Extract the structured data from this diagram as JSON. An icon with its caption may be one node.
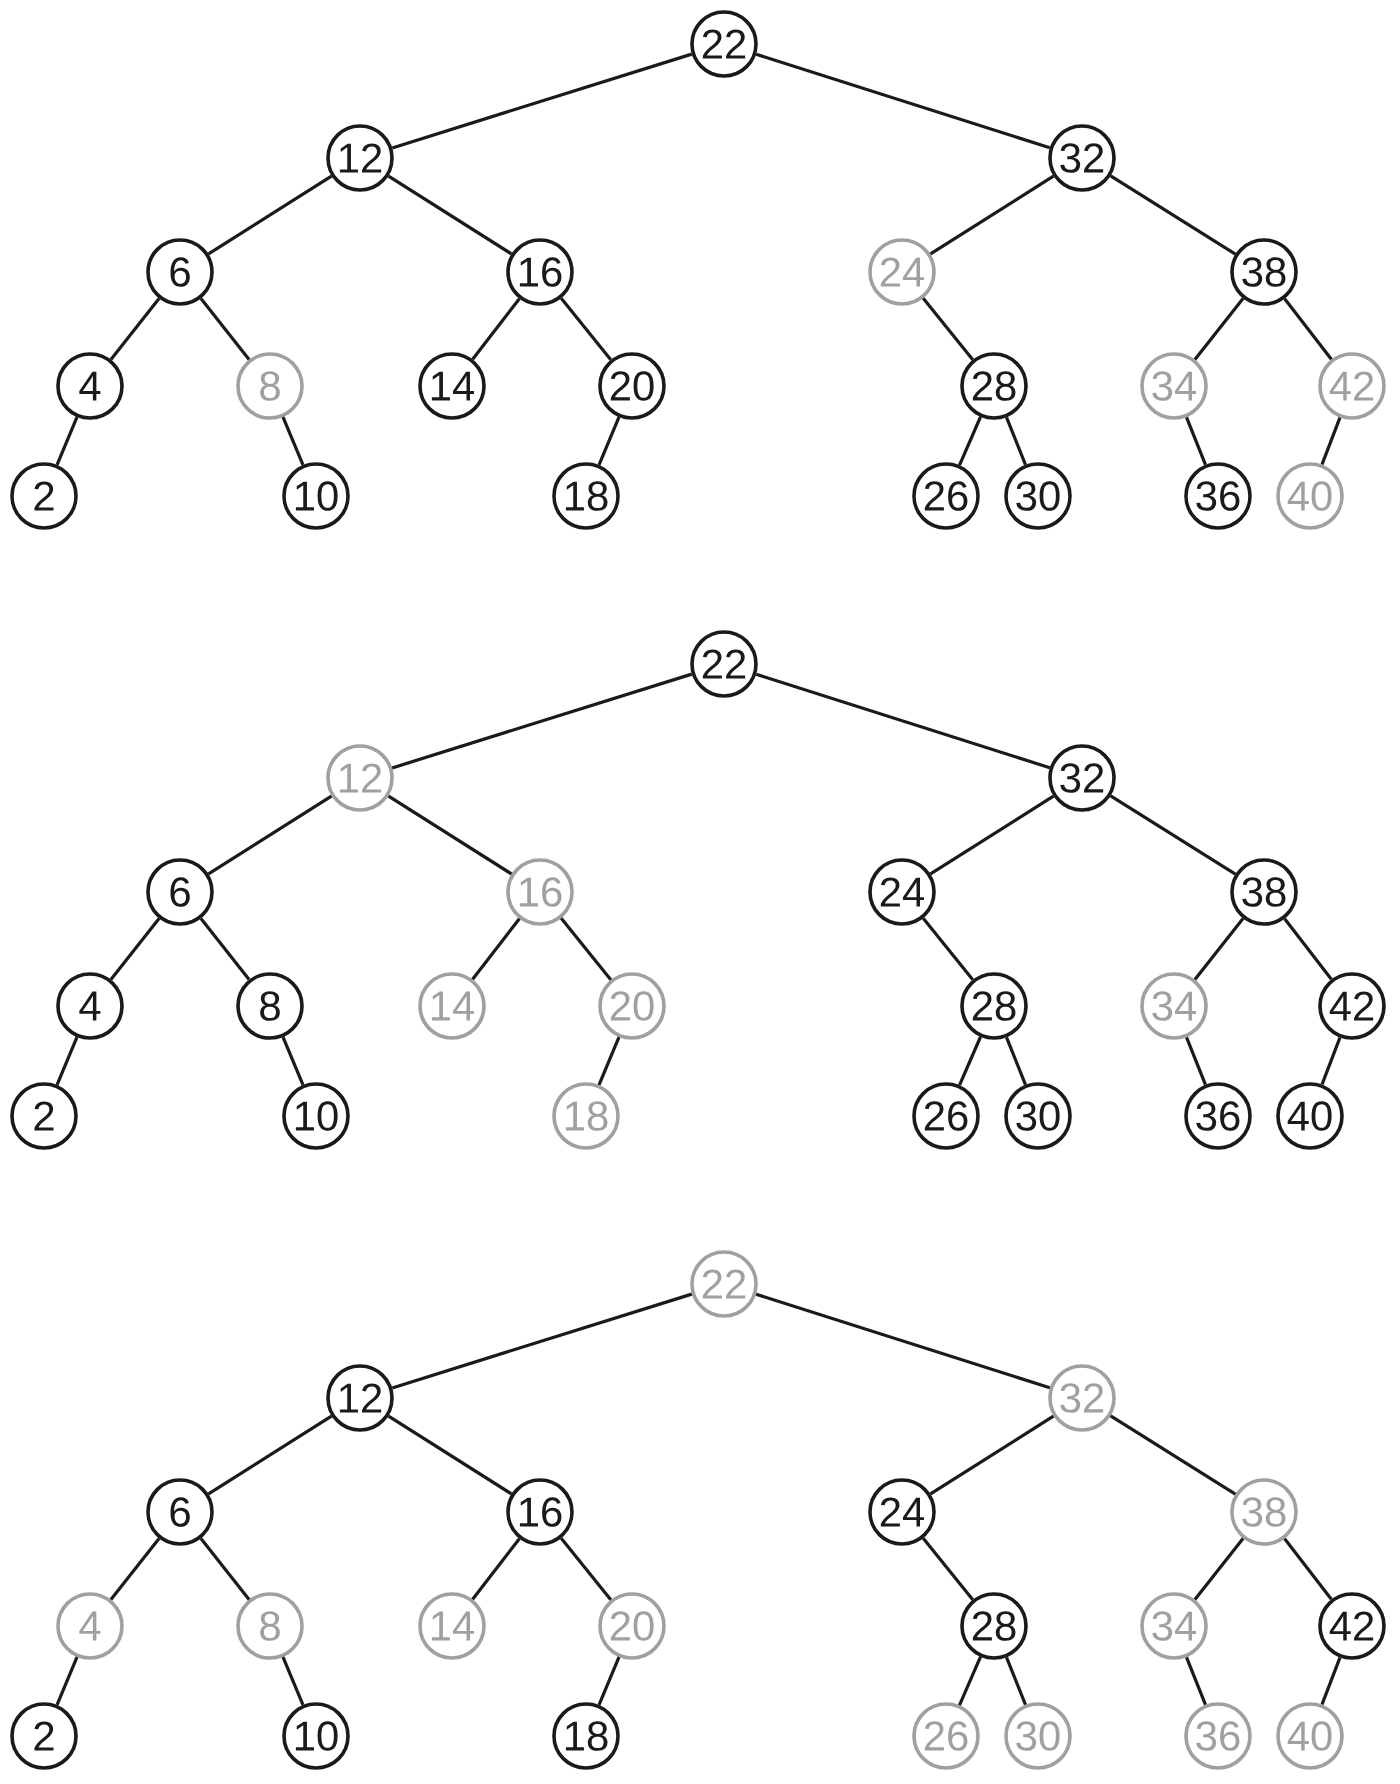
{
  "diagram": {
    "nodes": [
      {
        "text": [
          "22"
        ]
      },
      {
        "text": [
          "12"
        ]
      },
      {
        "text": [
          "32"
        ]
      },
      {
        "text": [
          "6"
        ]
      },
      {
        "text": [
          "16"
        ]
      },
      {
        "text": [
          "24"
        ]
      },
      {
        "text": [
          "38"
        ]
      },
      {
        "text": [
          "4"
        ]
      },
      {
        "text": [
          "8"
        ]
      },
      {
        "text": [
          "14"
        ]
      },
      {
        "text": [
          "20"
        ]
      },
      {
        "text": [
          "28"
        ]
      },
      {
        "text": [
          "34"
        ]
      },
      {
        "text": [
          "42"
        ]
      },
      {
        "text": [
          "2"
        ]
      },
      {
        "text": [
          "10"
        ]
      },
      {
        "text": [
          "18"
        ]
      },
      {
        "text": [
          "26"
        ]
      },
      {
        "text": [
          "30"
        ]
      },
      {
        "text": [
          "36"
        ]
      },
      {
        "text": [
          "40"
        ]
      },
      {
        "text": [
          "22"
        ]
      },
      {
        "text": [
          "12"
        ]
      },
      {
        "text": [
          "32"
        ]
      },
      {
        "text": [
          "6"
        ]
      },
      {
        "text": [
          "16"
        ]
      },
      {
        "text": [
          "24"
        ]
      },
      {
        "text": [
          "38"
        ]
      },
      {
        "text": [
          "4"
        ]
      },
      {
        "text": [
          "8"
        ]
      },
      {
        "text": [
          "14"
        ]
      },
      {
        "text": [
          "20"
        ]
      },
      {
        "text": [
          "28"
        ]
      },
      {
        "text": [
          "34"
        ]
      },
      {
        "text": [
          "42"
        ]
      },
      {
        "text": [
          "2"
        ]
      },
      {
        "text": [
          "10"
        ]
      },
      {
        "text": [
          "18"
        ]
      },
      {
        "text": [
          "26"
        ]
      },
      {
        "text": [
          "30"
        ]
      },
      {
        "text": [
          "36"
        ]
      },
      {
        "text": [
          "40"
        ]
      },
      {
        "text": [
          "22"
        ]
      },
      {
        "text": [
          "12"
        ]
      },
      {
        "text": [
          "32"
        ]
      },
      {
        "text": [
          "6"
        ]
      },
      {
        "text": [
          "16"
        ]
      },
      {
        "text": [
          "24"
        ]
      },
      {
        "text": [
          "38"
        ]
      },
      {
        "text": [
          "4"
        ]
      },
      {
        "text": [
          "8"
        ]
      },
      {
        "text": [
          "14"
        ]
      },
      {
        "text": [
          "20"
        ]
      },
      {
        "text": [
          "28"
        ]
      },
      {
        "text": [
          "34"
        ]
      },
      {
        "text": [
          "42"
        ]
      },
      {
        "text": [
          "2"
        ]
      },
      {
        "text": [
          "10"
        ]
      },
      {
        "text": [
          "18"
        ]
      },
      {
        "text": [
          "26"
        ]
      },
      {
        "text": [
          "30"
        ]
      },
      {
        "text": [
          "36"
        ]
      },
      {
        "text": [
          "40"
        ]
      }
    ],
    "edges": [
      {
        "from": 0,
        "to": 1,
        "arrow": "none"
      },
      {
        "from": 0,
        "to": 2,
        "arrow": "none"
      },
      {
        "from": 1,
        "to": 3,
        "arrow": "none"
      },
      {
        "from": 1,
        "to": 4,
        "arrow": "none"
      },
      {
        "from": 2,
        "to": 5,
        "arrow": "none"
      },
      {
        "from": 2,
        "to": 6,
        "arrow": "none"
      },
      {
        "from": 3,
        "to": 7,
        "arrow": "none"
      },
      {
        "from": 3,
        "to": 8,
        "arrow": "none"
      },
      {
        "from": 4,
        "to": 9,
        "arrow": "none"
      },
      {
        "from": 4,
        "to": 10,
        "arrow": "none"
      },
      {
        "from": 5,
        "to": 11,
        "arrow": "none"
      },
      {
        "from": 6,
        "to": 12,
        "arrow": "none"
      },
      {
        "from": 6,
        "to": 13,
        "arrow": "none"
      },
      {
        "from": 7,
        "to": 14,
        "arrow": "none"
      },
      {
        "from": 8,
        "to": 15,
        "arrow": "none"
      },
      {
        "from": 10,
        "to": 16,
        "arrow": "none"
      },
      {
        "from": 11,
        "to": 17,
        "arrow": "none"
      },
      {
        "from": 11,
        "to": 18,
        "arrow": "none"
      },
      {
        "from": 12,
        "to": 19,
        "arrow": "none"
      },
      {
        "from": 13,
        "to": 20,
        "arrow": "none"
      },
      {
        "from": 21,
        "to": 22,
        "arrow": "none"
      },
      {
        "from": 21,
        "to": 23,
        "arrow": "none"
      },
      {
        "from": 22,
        "to": 24,
        "arrow": "none"
      },
      {
        "from": 22,
        "to": 25,
        "arrow": "none"
      },
      {
        "from": 23,
        "to": 26,
        "arrow": "none"
      },
      {
        "from": 23,
        "to": 27,
        "arrow": "none"
      },
      {
        "from": 24,
        "to": 28,
        "arrow": "none"
      },
      {
        "from": 24,
        "to": 29,
        "arrow": "none"
      },
      {
        "from": 25,
        "to": 30,
        "arrow": "none"
      },
      {
        "from": 25,
        "to": 31,
        "arrow": "none"
      },
      {
        "from": 26,
        "to": 32,
        "arrow": "none"
      },
      {
        "from": 27,
        "to": 33,
        "arrow": "none"
      },
      {
        "from": 27,
        "to": 34,
        "arrow": "none"
      },
      {
        "from": 28,
        "to": 35,
        "arrow": "none"
      },
      {
        "from": 29,
        "to": 36,
        "arrow": "none"
      },
      {
        "from": 31,
        "to": 37,
        "arrow": "none"
      },
      {
        "from": 32,
        "to": 38,
        "arrow": "none"
      },
      {
        "from": 32,
        "to": 39,
        "arrow": "none"
      },
      {
        "from": 33,
        "to": 40,
        "arrow": "none"
      },
      {
        "from": 34,
        "to": 41,
        "arrow": "none"
      },
      {
        "from": 42,
        "to": 43,
        "arrow": "none"
      },
      {
        "from": 42,
        "to": 44,
        "arrow": "none"
      },
      {
        "from": 43,
        "to": 45,
        "arrow": "none"
      },
      {
        "from": 43,
        "to": 46,
        "arrow": "none"
      },
      {
        "from": 44,
        "to": 47,
        "arrow": "none"
      },
      {
        "from": 44,
        "to": 48,
        "arrow": "none"
      },
      {
        "from": 45,
        "to": 49,
        "arrow": "none"
      },
      {
        "from": 45,
        "to": 50,
        "arrow": "none"
      },
      {
        "from": 46,
        "to": 51,
        "arrow": "none"
      },
      {
        "from": 46,
        "to": 52,
        "arrow": "none"
      },
      {
        "from": 47,
        "to": 53,
        "arrow": "none"
      },
      {
        "from": 48,
        "to": 54,
        "arrow": "none"
      },
      {
        "from": 48,
        "to": 55,
        "arrow": "none"
      },
      {
        "from": 49,
        "to": 56,
        "arrow": "none"
      },
      {
        "from": 50,
        "to": 57,
        "arrow": "none"
      },
      {
        "from": 52,
        "to": 58,
        "arrow": "none"
      },
      {
        "from": 53,
        "to": 59,
        "arrow": "none"
      },
      {
        "from": 53,
        "to": 60,
        "arrow": "none"
      },
      {
        "from": 54,
        "to": 61,
        "arrow": "none"
      },
      {
        "from": 55,
        "to": 62,
        "arrow": "none"
      }
    ]
  }
}
